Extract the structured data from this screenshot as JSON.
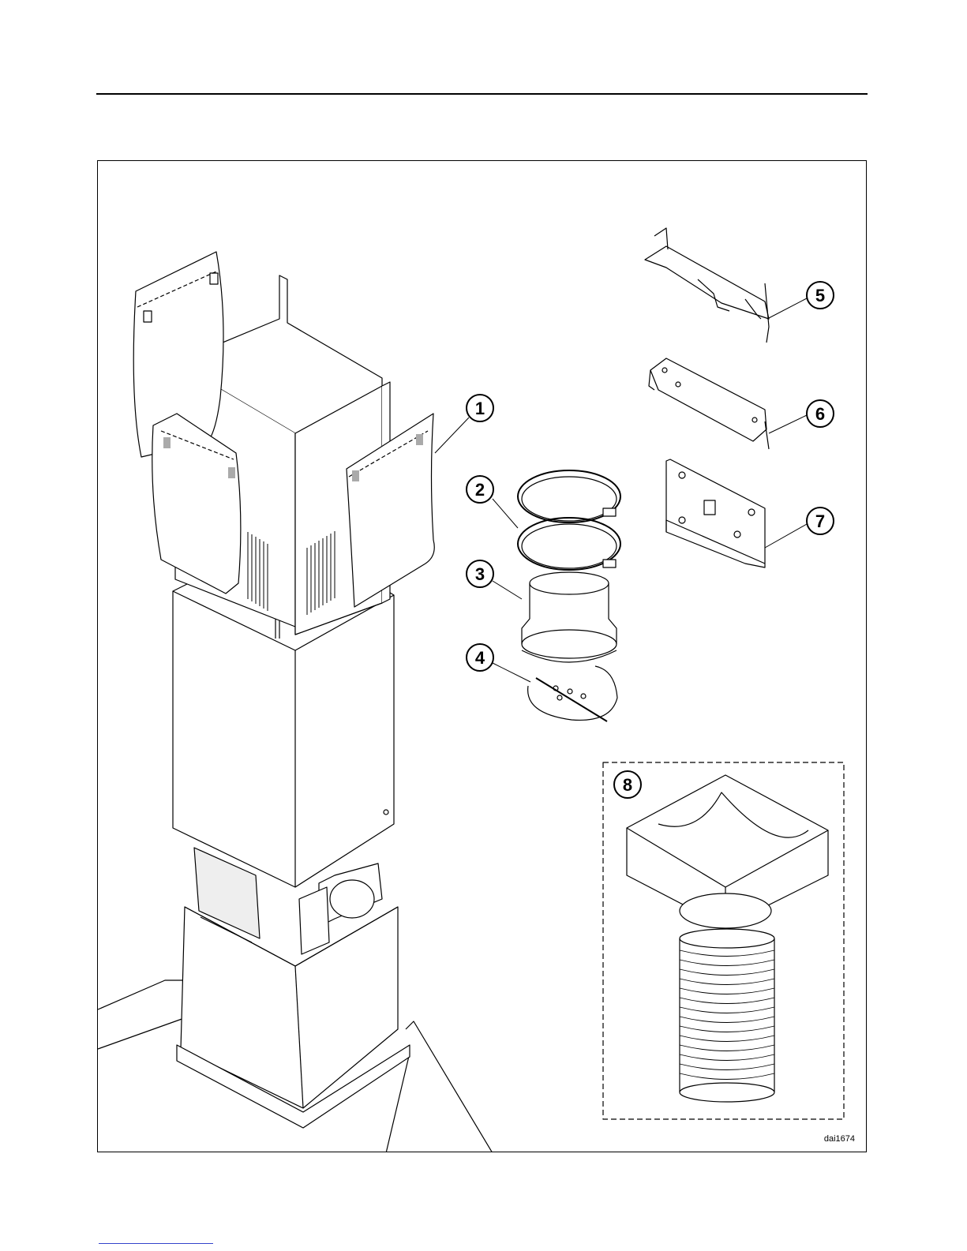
{
  "diagram": {
    "drawing_code": "dai1674",
    "callouts": [
      {
        "id": "1",
        "label": "1"
      },
      {
        "id": "2",
        "label": "2"
      },
      {
        "id": "3",
        "label": "3"
      },
      {
        "id": "4",
        "label": "4"
      },
      {
        "id": "5",
        "label": "5"
      },
      {
        "id": "6",
        "label": "6"
      },
      {
        "id": "7",
        "label": "7"
      },
      {
        "id": "8",
        "label": "8"
      }
    ]
  },
  "colors": {
    "line": "#000000",
    "fill": "#ffffff",
    "shade": "#e8e8e8",
    "link": "#3344cc"
  }
}
